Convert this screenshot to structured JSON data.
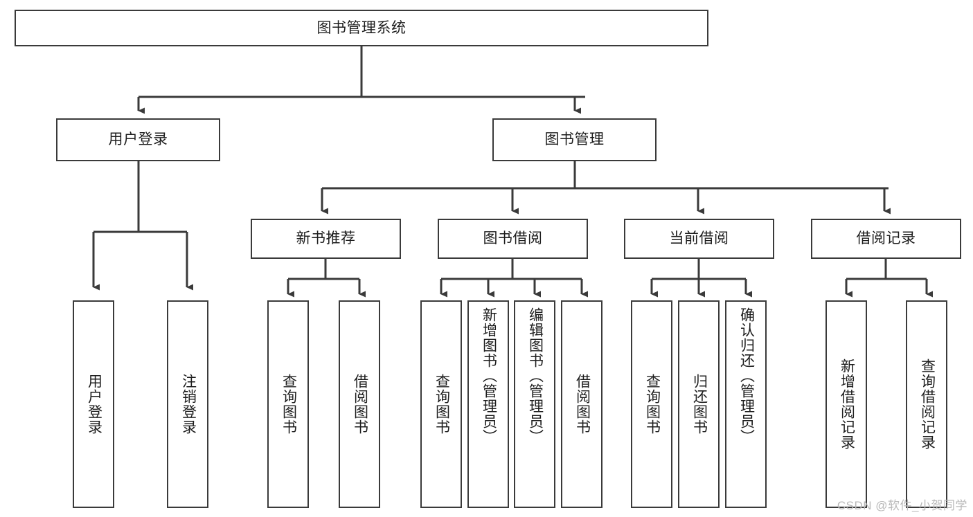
{
  "diagram": {
    "type": "tree",
    "title": "图书管理系统",
    "watermark": "CSDN @软件_小贺同学",
    "colors": {
      "stroke": "#3a3a3a",
      "fill": "#ffffff",
      "text": "#1d1d1d",
      "watermark": "#b9b9b9"
    },
    "root": {
      "label": "图书管理系统"
    },
    "level2": [
      {
        "label": "用户登录"
      },
      {
        "label": "图书管理"
      }
    ],
    "level3": [
      {
        "label": "新书推荐"
      },
      {
        "label": "图书借阅"
      },
      {
        "label": "当前借阅"
      },
      {
        "label": "借阅记录"
      }
    ],
    "leaves": {
      "user_login": [
        {
          "label": "用户登录"
        },
        {
          "label": "注销登录"
        }
      ],
      "new_book_recommend": [
        {
          "label": "查询图书"
        },
        {
          "label": "借阅图书"
        }
      ],
      "book_borrow": [
        {
          "label": "查询图书"
        },
        {
          "label": "新增图书（管理员）"
        },
        {
          "label": "编辑图书（管理员）"
        },
        {
          "label": "借阅图书"
        }
      ],
      "current_borrow": [
        {
          "label": "查询图书"
        },
        {
          "label": "归还图书"
        },
        {
          "label": "确认归还（管理员）"
        }
      ],
      "borrow_record": [
        {
          "label": "新增借阅记录"
        },
        {
          "label": "查询借阅记录"
        }
      ]
    }
  }
}
